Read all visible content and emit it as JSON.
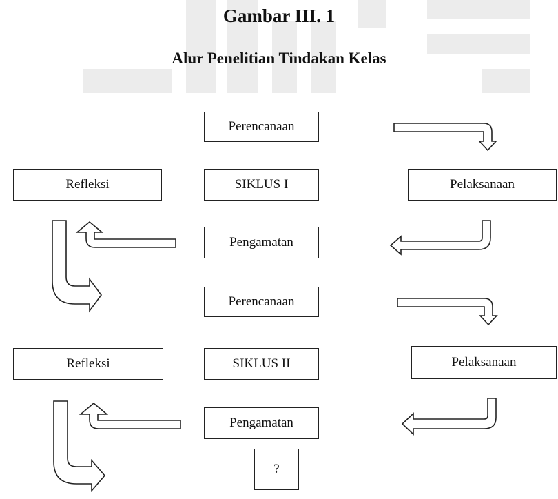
{
  "figure": {
    "title": "Gambar III. 1",
    "subtitle": "Alur Penelitian Tindakan Kelas"
  },
  "cycle1": {
    "planning": "Perencanaan",
    "cycle_label": "SIKLUS I",
    "reflection": "Refleksi",
    "implementation": "Pelaksanaan",
    "observation": "Pengamatan"
  },
  "cycle2": {
    "planning": "Perencanaan",
    "cycle_label": "SIKLUS II",
    "reflection": "Refleksi",
    "implementation": "Pelaksanaan",
    "observation": "Pengamatan"
  },
  "next": {
    "label": "?"
  },
  "colors": {
    "stroke": "#222222",
    "watermark": "#ececec",
    "background": "#ffffff"
  }
}
